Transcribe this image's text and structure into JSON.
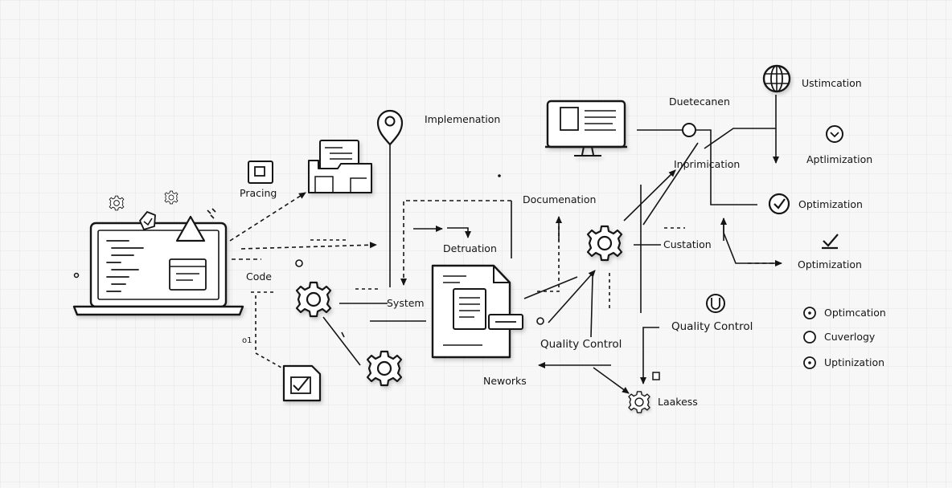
{
  "labels": {
    "implementation": "Implemenation",
    "practing": "Pracing",
    "code": "Code",
    "system": "System",
    "detruation": "Detruation",
    "documentation": "Documenation",
    "networks": "Neworks",
    "quality_control_1": "Quality Control",
    "quality_control_2": "Quality Control",
    "custation": "Custation",
    "lakess": "Laakess",
    "duetecanen": "Duetecanen",
    "inprimication": "Inprimication",
    "ustimation": "Ustimcation",
    "aptlimization": "Aptlimization",
    "optimization_1": "Optimization",
    "optimization_2": "Optimization",
    "optimication": "Optimcation",
    "cuverlogy": "Cuverlogy",
    "uptinization": "Uptinization",
    "dot_label": "o1"
  },
  "colors": {
    "ink": "#151515",
    "background": "#f7f7f7"
  }
}
